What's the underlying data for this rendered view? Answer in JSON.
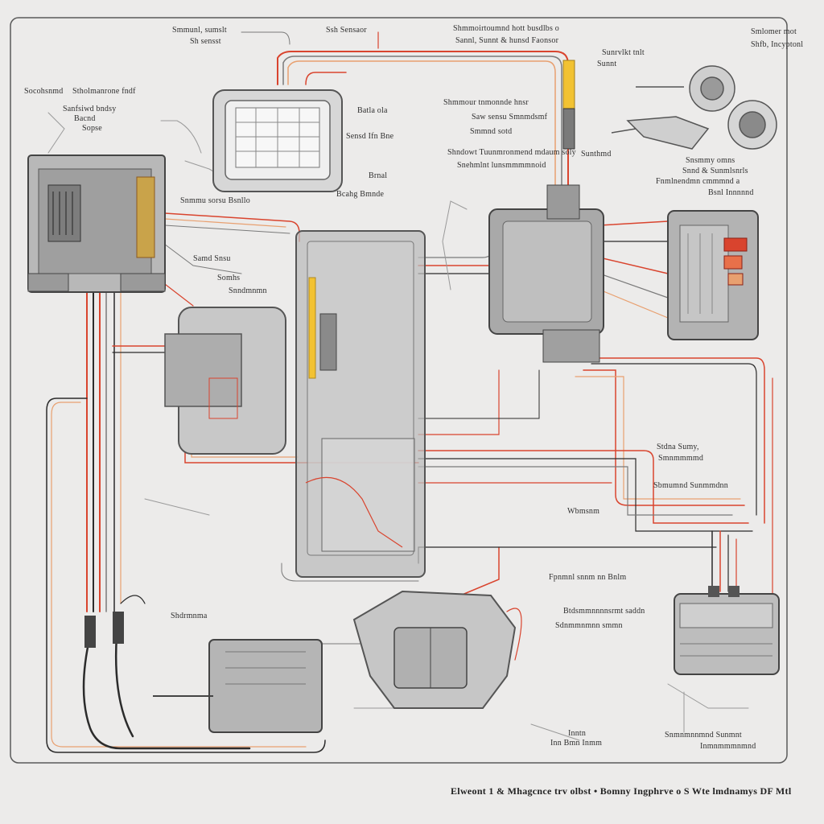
{
  "diagram": {
    "caption": "Elweont 1 & Mhagcnce trv olbst • Bomny Ingphrve o S Wte lmdnamys DF Mtl",
    "colors": {
      "background": "#ecebea",
      "frame": "#5a5a5a",
      "wire_red": "#d9442e",
      "wire_orange": "#e8a070",
      "wire_gray": "#7a7a7a",
      "wire_dark": "#2b2b2b",
      "component_fill": "#bdbdbd",
      "accent_yellow": "#f2c232"
    },
    "labels": {
      "top_1": "Smmunl, sumslt",
      "top_2": "Sh sensst",
      "top_3": "Ssh Sensaor",
      "top_4": "Shmmoirtoumnd hott busdlbs o",
      "top_5": "Sannl, Sunnt & hunsd Faonsor",
      "top_6": "Sunrvlkt tnlt",
      "top_7": "Sunnt",
      "top_8": "Smlomer mot",
      "top_9": "Shfb, Incyptonl",
      "left_1": "Socohsnmd",
      "left_2": "Stholmanrone fndf",
      "left_3": "Sanfsiwd bndsy",
      "left_4": "Bacnd",
      "left_5": "Sopse",
      "mid_1": "Batla ola",
      "mid_2": "Sensd Ifn Bne",
      "mid_3": "Brnal",
      "mid_4": "Bcahg Bmnde",
      "mid_5": "Snmmu sorsu Bsnllo",
      "mid_6": "Samd  Snsu",
      "mid_7": "Somhs",
      "mid_8": "Snndmnmn",
      "ctr_1": "Shmmour tnmonnde hnsr",
      "ctr_2": "Saw sensu Smnmdsmf",
      "ctr_3": "Smmnd sotd",
      "ctr_4": "Shndowt Tuunmronmend mdaum soly",
      "ctr_5": "Snehmlnt lunsmmmmnoid",
      "ctr_6": "Sunthmd",
      "right_1": "Snsmmy omns",
      "right_2": "Snnd & Sunmlsnrls",
      "right_3": "Fnmlnendmn cmmmnd a",
      "right_4": "Bsnl Innnnnd",
      "right_5": "Stdna Sumy,",
      "right_6": "Smnmmmmd",
      "right_7": "Sbmumnd Sunmmdnn",
      "right_8": "Wbmsnm",
      "low_1": "Fpnmnl snnm nn Bnlm",
      "low_2": "Btdsmmnnnnsrmt saddn",
      "low_3": "Sdnmmnmnn smmn",
      "low_4": "Shdrmnma",
      "low_5": "Inntn",
      "low_6": "Inn Bmn Inmm",
      "low_7": "Snmnmnnmnd Sunmnt",
      "low_8": "Inmnmmmnmnd"
    }
  }
}
